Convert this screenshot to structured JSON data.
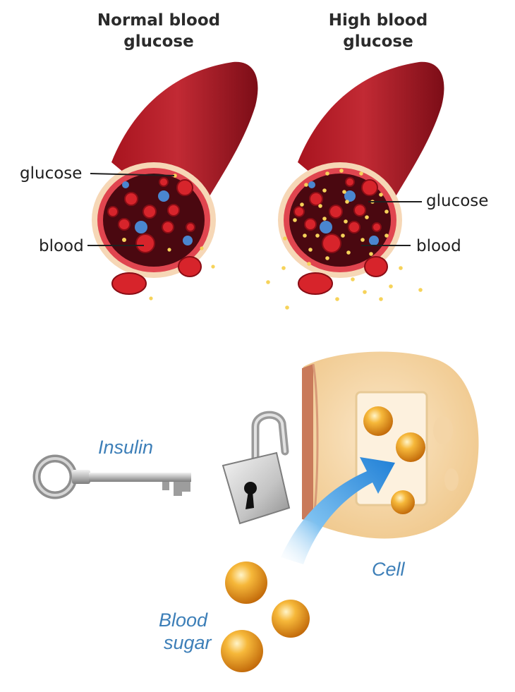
{
  "top": {
    "left_title": [
      "Normal blood",
      "glucose"
    ],
    "right_title": [
      "High blood",
      "glucose"
    ],
    "left_labels": {
      "glucose": "glucose",
      "blood": "blood"
    },
    "right_labels": {
      "glucose": "glucose",
      "blood": "blood"
    }
  },
  "bottom": {
    "insulin_label": "Insulin",
    "cell_label": "Cell",
    "blood_sugar_label": [
      "Blood",
      "sugar"
    ]
  },
  "colors": {
    "vessel_wall": "#9c1622",
    "vessel_inner": "#4a0810",
    "tissue": "#f6d7b6",
    "red_cell": "#d7242b",
    "glucose_dot": "#f6d35a",
    "white_cell": "#4a86cf",
    "arrow": "#2e8ad8",
    "sugar_ball": "#f0a020",
    "label_blue": "#3d7fb8"
  },
  "icons": [
    "blood-vessel-normal",
    "blood-vessel-high",
    "key-icon",
    "padlock-icon",
    "cell-icon",
    "arrow-icon",
    "sugar-ball-icon"
  ]
}
